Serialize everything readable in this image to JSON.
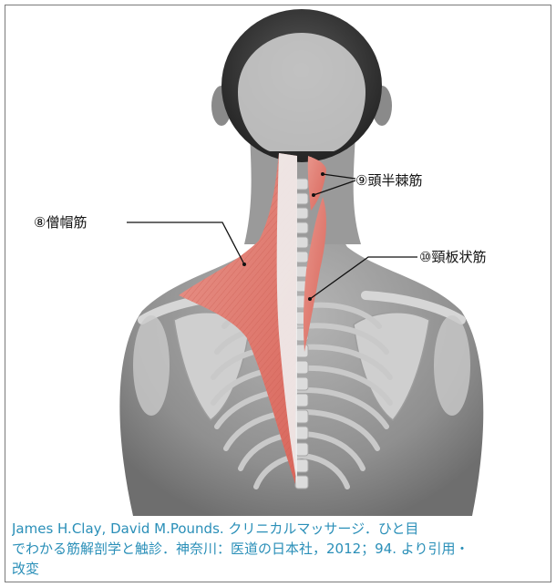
{
  "labels": {
    "trapezius": "⑧僧帽筋",
    "semispinalis_capitis": "⑨頭半棘筋",
    "splenius_cervicis": "⑩頸板状筋"
  },
  "caption": {
    "line1": "James H.Clay, David M.Pounds. クリニカルマッサージ．ひと目",
    "line2": "でわかる筋解剖学と触診．神奈川：医道の日本社，2012；94. より引用・",
    "line3": "改変"
  },
  "colors": {
    "muscle": "#e07a70",
    "skeleton": "#bdbdbd",
    "body": "#8c8c8c",
    "hair": "#3a3a3a",
    "caption": "#2a8fb8",
    "border": "#7a7a7a"
  }
}
